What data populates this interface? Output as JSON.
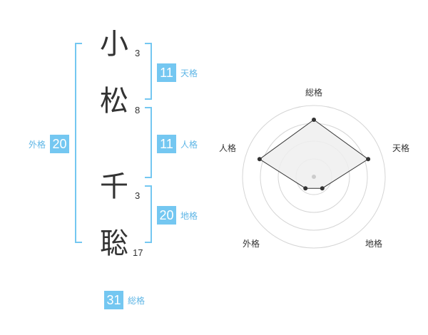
{
  "name_chars": [
    {
      "char": "小",
      "strokes": "3"
    },
    {
      "char": "松",
      "strokes": "8"
    },
    {
      "char": "千",
      "strokes": "3"
    },
    {
      "char": "聡",
      "strokes": "17"
    }
  ],
  "kaku": {
    "ten": {
      "label": "天格",
      "value": "11"
    },
    "jin": {
      "label": "人格",
      "value": "11"
    },
    "chi": {
      "label": "地格",
      "value": "20"
    },
    "gai": {
      "label": "外格",
      "value": "20"
    },
    "sou": {
      "label": "総格",
      "value": "31"
    }
  },
  "radar": {
    "axes": [
      "総格",
      "天格",
      "地格",
      "外格",
      "人格"
    ],
    "values": [
      4,
      4,
      1,
      1,
      4
    ],
    "max": 5,
    "rings": 4,
    "colors": {
      "ring": "#d5d5d5",
      "fill": "#efefef",
      "line": "#333333",
      "point": "#333333",
      "center": "#cccccc"
    }
  },
  "colors": {
    "accent": "#74c7f1",
    "accent_text": "#5fb6e6",
    "text": "#333333"
  }
}
